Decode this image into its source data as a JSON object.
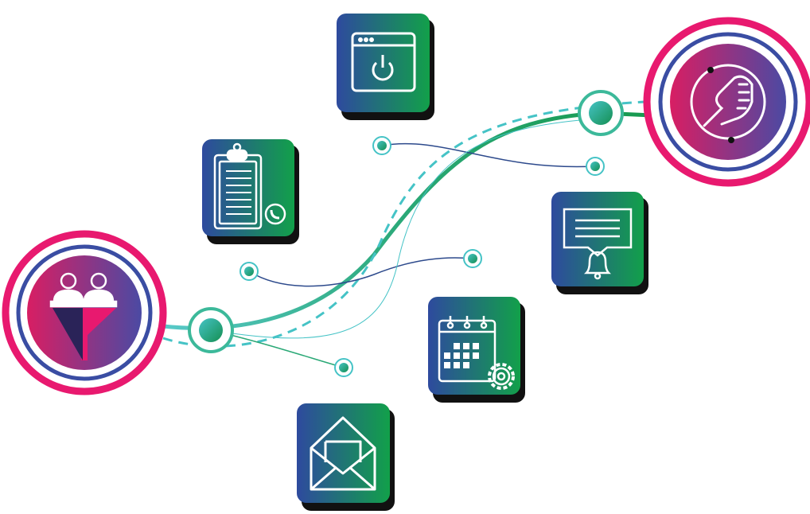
{
  "diagram": {
    "colors": {
      "ring_outer": "#e8196f",
      "ring_inner": "#3a4da3",
      "hub_gradient_start": "#d81e63",
      "hub_gradient_end": "#4b4aa3",
      "tile_gradient_start": "#2e4a9e",
      "tile_gradient_end": "#12a04a",
      "line_green": "#1e9e5a",
      "line_teal": "#45c3c6",
      "line_navy": "#2d4a8c",
      "shadow": "#111111"
    },
    "hubs": [
      {
        "id": "lead-funnel",
        "icon": "funnel-people-icon"
      },
      {
        "id": "handshake",
        "icon": "handshake-icon"
      }
    ],
    "tiles": [
      {
        "id": "app-power",
        "icon": "browser-power-icon"
      },
      {
        "id": "clipboard-call",
        "icon": "clipboard-phone-icon"
      },
      {
        "id": "chat-notification",
        "icon": "chat-bell-icon"
      },
      {
        "id": "calendar-settings",
        "icon": "calendar-gear-icon"
      },
      {
        "id": "email",
        "icon": "open-envelope-icon"
      }
    ]
  }
}
